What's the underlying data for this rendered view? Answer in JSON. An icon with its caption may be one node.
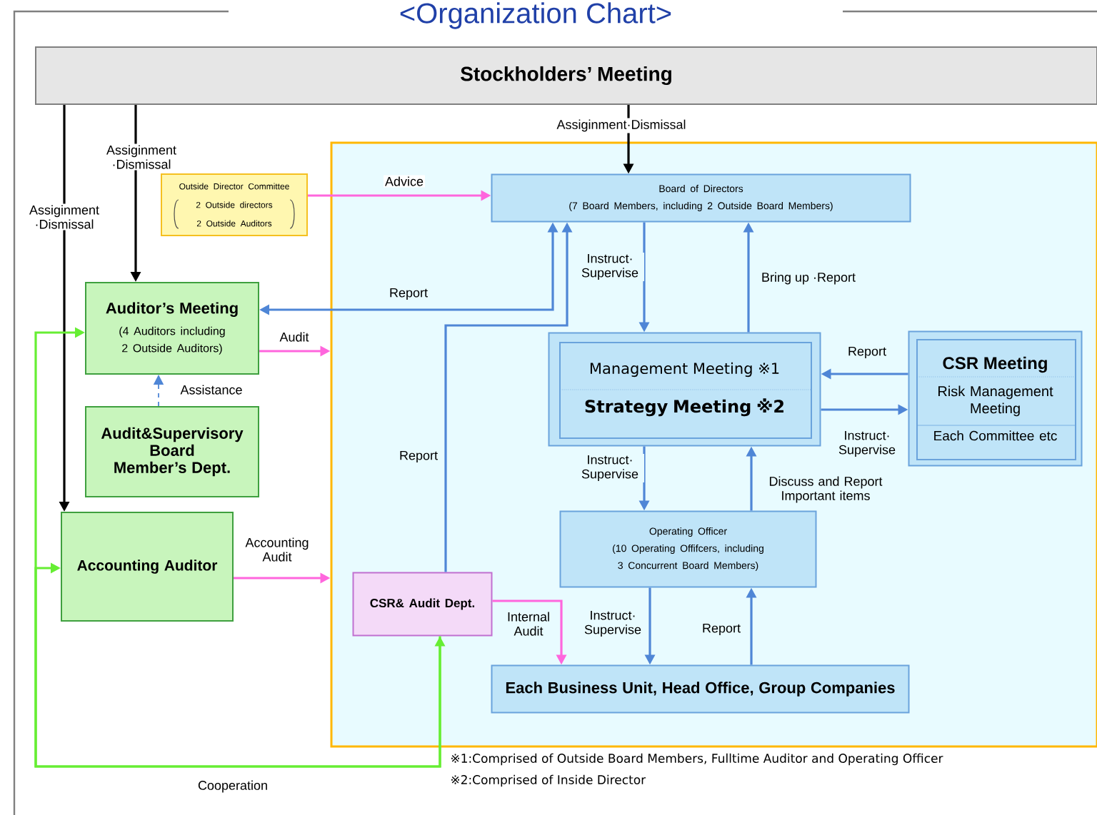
{
  "diagram": {
    "title": "<Organization Chart>",
    "nodes": [
      {
        "text": [
          "Stockholders’ Meeting"
        ]
      },
      {
        "text": [
          "Outside Director Committee",
          "2 Outside directors",
          "2 Outside Auditors"
        ]
      },
      {
        "text": [
          "Auditor’s Meeting",
          "(4 Auditors including 2 Outside Auditors)"
        ]
      },
      {
        "text": [
          "Audit&Supervisory Board Member’s Dept."
        ]
      },
      {
        "text": [
          "Accounting Auditor"
        ]
      },
      {
        "text": [],
        "shape": "box"
      },
      {
        "text": [
          "Board of Directors",
          "(7 Board Members, including 2 Outside Board Members)"
        ],
        "in": 5
      },
      {
        "text": [
          "Management Meeting ※1",
          "Strategy Meeting ※2"
        ],
        "in": 5
      },
      {
        "text": [
          "CSR Meeting",
          "Risk Management Meeting",
          "Each Committee etc"
        ],
        "in": 5
      },
      {
        "text": [
          "Operating Officer",
          "(10 Operating Offifcers, including 3 Concurrent Board Members)"
        ],
        "in": 5
      },
      {
        "text": [
          "CSR& Audit Dept."
        ],
        "in": 5
      },
      {
        "text": [
          "Each Business Unit, Head Office, Group Companies"
        ],
        "in": 5
      }
    ],
    "edges": [
      {
        "from": 0,
        "to": 2,
        "arrow": "to",
        "label": "Assiginment ·Dismissal",
        "color": "#000000"
      },
      {
        "from": 0,
        "to": 4,
        "arrow": "to",
        "label": "Assiginment ·Dismissal",
        "color": "#000000"
      },
      {
        "from": 0,
        "to": 6,
        "arrow": "to",
        "label": "Assiginment·Dismissal",
        "color": "#000000"
      },
      {
        "from": 1,
        "to": 6,
        "arrow": "to",
        "label": "Advice",
        "color": "#ff66dd"
      },
      {
        "from": 6,
        "to": 2,
        "arrow": "both",
        "label": "Report"
      },
      {
        "from": 2,
        "to": 5,
        "arrow": "to",
        "label": "Audit",
        "color": "#ff66dd"
      },
      {
        "from": 3,
        "to": 2,
        "arrow": "to",
        "label": "Assistance",
        "style": "dashed"
      },
      {
        "from": 4,
        "to": 5,
        "arrow": "to",
        "label": "Accounting Audit",
        "color": "#ff66dd"
      },
      {
        "from": 10,
        "to": 6,
        "arrow": "to",
        "label": "Report"
      },
      {
        "from": 6,
        "to": 7,
        "arrow": "to",
        "label": "Instruct· Supervise"
      },
      {
        "from": 7,
        "to": 6,
        "arrow": "to",
        "label": "Bring up ·Report"
      },
      {
        "from": 8,
        "to": 7,
        "arrow": "to",
        "label": "Report"
      },
      {
        "from": 7,
        "to": 8,
        "arrow": "to",
        "label": "Instruct· Supervise"
      },
      {
        "from": 7,
        "to": 9,
        "arrow": "to",
        "label": "Instruct· Supervise"
      },
      {
        "from": 9,
        "to": 7,
        "arrow": "to",
        "label": "Discuss and Report Important items"
      },
      {
        "from": 9,
        "to": 11,
        "arrow": "to",
        "label": "Instruct· Supervise"
      },
      {
        "from": 11,
        "to": 9,
        "arrow": "to",
        "label": "Report"
      },
      {
        "from": 10,
        "to": 11,
        "arrow": "to",
        "label": "Internal Audit",
        "color": "#ff66dd"
      },
      {
        "from": 2,
        "to": 10,
        "arrow": "both",
        "label": "Cooperation",
        "color": "#66ee33"
      },
      {
        "from": 10,
        "to": 4,
        "arrow": "to",
        "color": "#66ee33"
      }
    ],
    "labels": [
      "※1:Comprised of Outside Board Members, Fulltime Auditor and Operating Officer",
      "※2:Comprised of Inside Director"
    ]
  }
}
